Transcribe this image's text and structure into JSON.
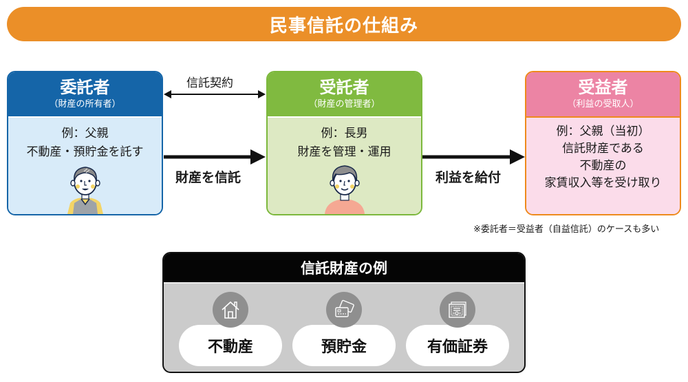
{
  "title": "民事信託の仕組み",
  "colors": {
    "title_bg": "#eb8f28",
    "settlor": "#1565a8",
    "trustee": "#80ba40",
    "beneficiary": "#ec84a4",
    "examples_header": "#050505"
  },
  "parties": [
    {
      "name": "委託者",
      "role": "（財産の所有者）",
      "lines": [
        "例：父親",
        "不動産・預貯金を託す"
      ],
      "illustration": "elderly-man-icon"
    },
    {
      "name": "受託者",
      "role": "（財産の管理者）",
      "lines": [
        "例：長男",
        "財産を管理・運用"
      ],
      "illustration": "young-man-icon"
    },
    {
      "name": "受益者",
      "role": "（利益の受取人）",
      "lines": [
        "例：父親（当初）",
        "信託財産である",
        "不動産の",
        "家賃収入等を受け取り"
      ]
    }
  ],
  "arrows": {
    "contract": "信託契約",
    "entrust": "財産を信託",
    "benefit": "利益を給付"
  },
  "note": "※委託者＝受益者（自益信託）のケースも多い",
  "examples": {
    "title": "信託財産の例",
    "items": [
      {
        "label": "不動産",
        "icon": "house-icon"
      },
      {
        "label": "預貯金",
        "icon": "credit-card-icon"
      },
      {
        "label": "有価証券",
        "icon": "certificate-icon"
      }
    ]
  }
}
